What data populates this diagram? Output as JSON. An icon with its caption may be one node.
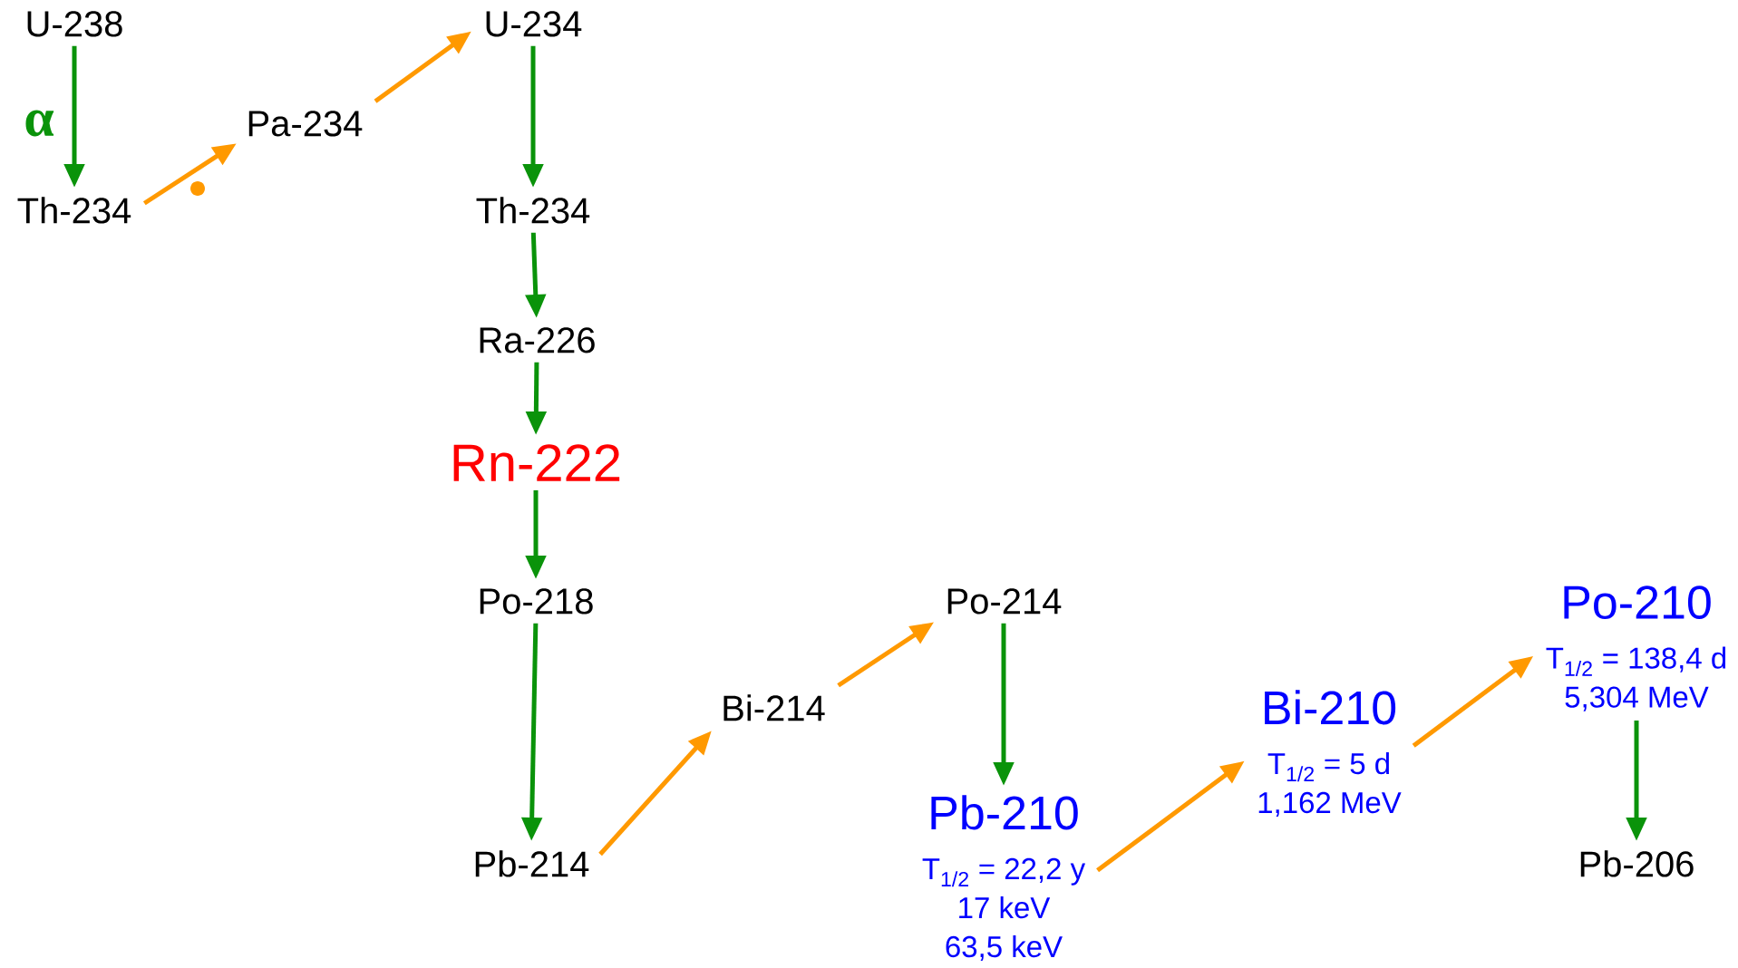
{
  "diagram": {
    "nodes": [
      {
        "text": [
          "U-238"
        ]
      },
      {
        "text": [
          "Th-234"
        ]
      },
      {
        "text": [
          "Pa-234"
        ]
      },
      {
        "text": [
          "U-234"
        ]
      },
      {
        "text": [
          "Th-234"
        ]
      },
      {
        "text": [
          "Ra-226"
        ]
      },
      {
        "text": [
          "Rn-222"
        ]
      },
      {
        "text": [
          "Po-218"
        ]
      },
      {
        "text": [
          "Pb-214"
        ]
      },
      {
        "text": [
          "Bi-214"
        ]
      },
      {
        "text": [
          "Po-214"
        ]
      },
      {
        "text": [
          "Pb-210"
        ],
        "beside": [
          "T$_{1/2}$ = 22,2 y",
          "17 keV",
          "63,5 keV"
        ]
      },
      {
        "text": [
          "Bi-210"
        ],
        "beside": [
          "T$_{1/2}$ = 5 d",
          "1,162 MeV"
        ]
      },
      {
        "text": [
          "Po-210"
        ],
        "beside": [
          "T$_{1/2}$ = 138,4 d",
          "5,304 MeV"
        ]
      },
      {
        "text": [
          "Pb-206"
        ]
      }
    ],
    "edges": [
      {
        "from": 0,
        "to": 1,
        "arrow": "to"
      },
      {
        "from": 1,
        "to": 2,
        "arrow": "to",
        "color": "#ff9900"
      },
      {
        "from": 2,
        "to": 3,
        "arrow": "to",
        "color": "#ff9900"
      },
      {
        "from": 3,
        "to": 4,
        "arrow": "to"
      },
      {
        "from": 4,
        "to": 5,
        "arrow": "to"
      },
      {
        "from": 5,
        "to": 6,
        "arrow": "to"
      },
      {
        "from": 6,
        "to": 7,
        "arrow": "to"
      },
      {
        "from": 7,
        "to": 8,
        "arrow": "to"
      },
      {
        "from": 8,
        "to": 9,
        "arrow": "to",
        "color": "#ff9900"
      },
      {
        "from": 9,
        "to": 10,
        "arrow": "to",
        "color": "#ff9900"
      },
      {
        "from": 10,
        "to": 11,
        "arrow": "to"
      },
      {
        "from": 11,
        "to": 12,
        "arrow": "to",
        "color": "#ff9900"
      },
      {
        "from": 12,
        "to": 13,
        "arrow": "to",
        "color": "#ff9900"
      },
      {
        "from": 13,
        "to": 14,
        "arrow": "to"
      }
    ],
    "labels": [
      "α"
    ]
  }
}
